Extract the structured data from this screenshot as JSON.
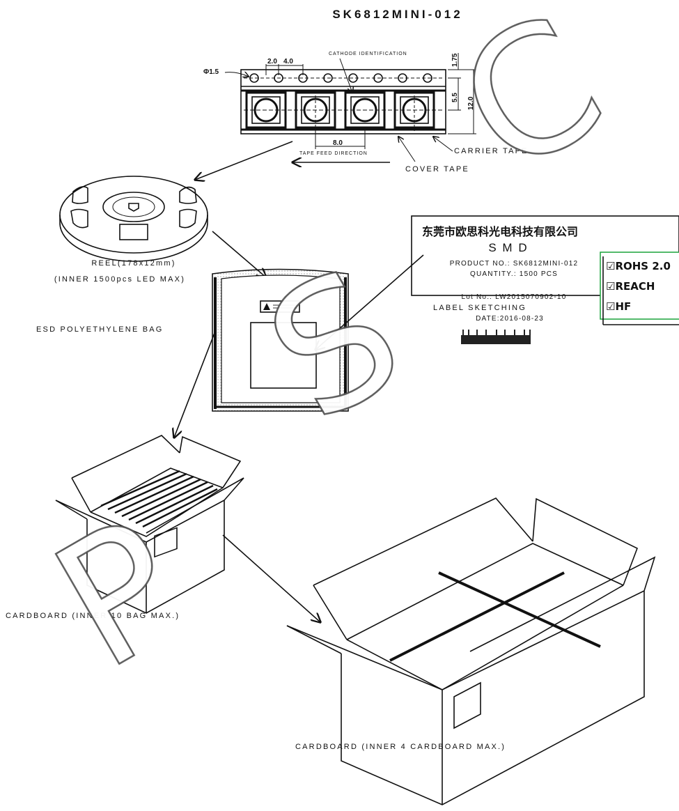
{
  "title": "SK6812MINI-012",
  "tape": {
    "cathode_label": "CATHODE IDENTIFICATION",
    "feed_label": "TAPE FEED DIRECTION",
    "carrier_label": "CARRIER TAPE",
    "cover_label": "COVER TAPE",
    "dims": {
      "hole_dia": "Φ1.5",
      "pitch_a": "2.0",
      "pitch_b": "4.0",
      "edge": "1.75",
      "center": "5.5",
      "width": "12.0",
      "pocket_pitch": "8.0"
    }
  },
  "reel": {
    "label_line1": "REEL(178x12mm)",
    "label_line2": "(INNER 1500pcs LED MAX)"
  },
  "bag": {
    "label": "ESD POLYETHYLENE BAG"
  },
  "label_card": {
    "company": "东莞市欧思科光电科技有限公司",
    "type": "S M D",
    "product_no": "PRODUCT NO.: SK6812MINI-012",
    "quantity": "QUANTITY.: 1500 PCS",
    "lot_no": "Lot No.: LW2015070902-10",
    "date": "DATE:2016-08-23",
    "caption": "LABEL SKETCHING"
  },
  "compliance": {
    "items": [
      "☑ROHS 2.0",
      "☑REACH",
      "☑HF"
    ],
    "border_color": "#1aa33a"
  },
  "carton_small": {
    "label": "CARDBOARD (INNER 10 BAG MAX.)"
  },
  "carton_large": {
    "label": "CARDBOARD (INNER 4 CARDBOARD MAX.)"
  },
  "watermark": [
    "C",
    "S",
    "P"
  ]
}
